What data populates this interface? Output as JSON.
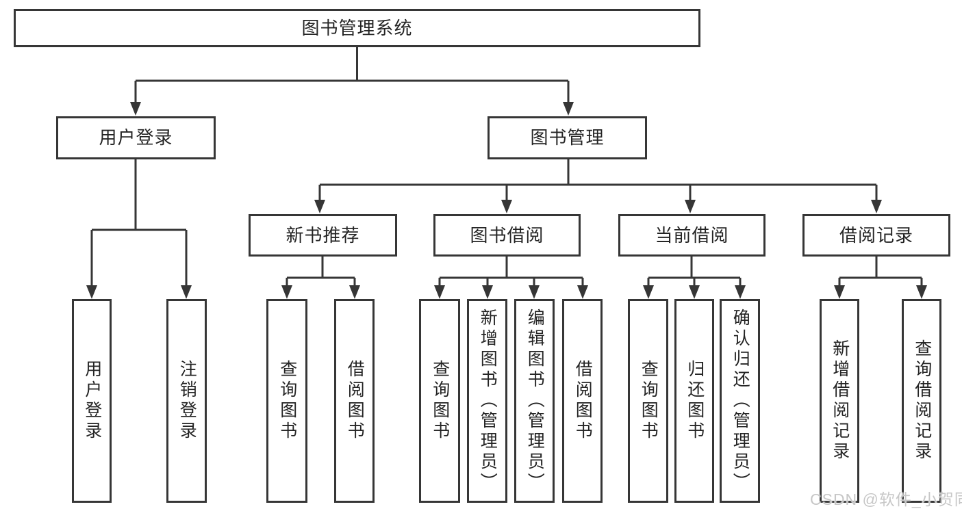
{
  "diagram": {
    "title": "图书管理系统",
    "nodes": {
      "root": "图书管理系统",
      "user_login": "用户登录",
      "book_mgmt": "图书管理",
      "new_book_rec": "新书推荐",
      "book_borrow": "图书借阅",
      "current_borrow": "当前借阅",
      "borrow_record": "借阅记录",
      "leaf_user_login": "用户登录",
      "leaf_logout": "注销登录",
      "leaf_query_book_1": "查询图书",
      "leaf_borrow_book_1": "借阅图书",
      "leaf_query_book_2": "查询图书",
      "leaf_add_book_admin": "新增图书（管理员）",
      "leaf_edit_book_admin": "编辑图书（管理员）",
      "leaf_borrow_book_2": "借阅图书",
      "leaf_query_book_3": "查询图书",
      "leaf_return_book": "归还图书",
      "leaf_confirm_return_admin": "确认归还（管理员）",
      "leaf_add_borrow_record": "新增借阅记录",
      "leaf_query_borrow_record": "查询借阅记录"
    }
  },
  "watermark": "CSDN @软件_小贺同学",
  "colors": {
    "line": "#363636",
    "text": "#242424",
    "watermark": "#c7c7c7",
    "background": "#ffffff"
  }
}
